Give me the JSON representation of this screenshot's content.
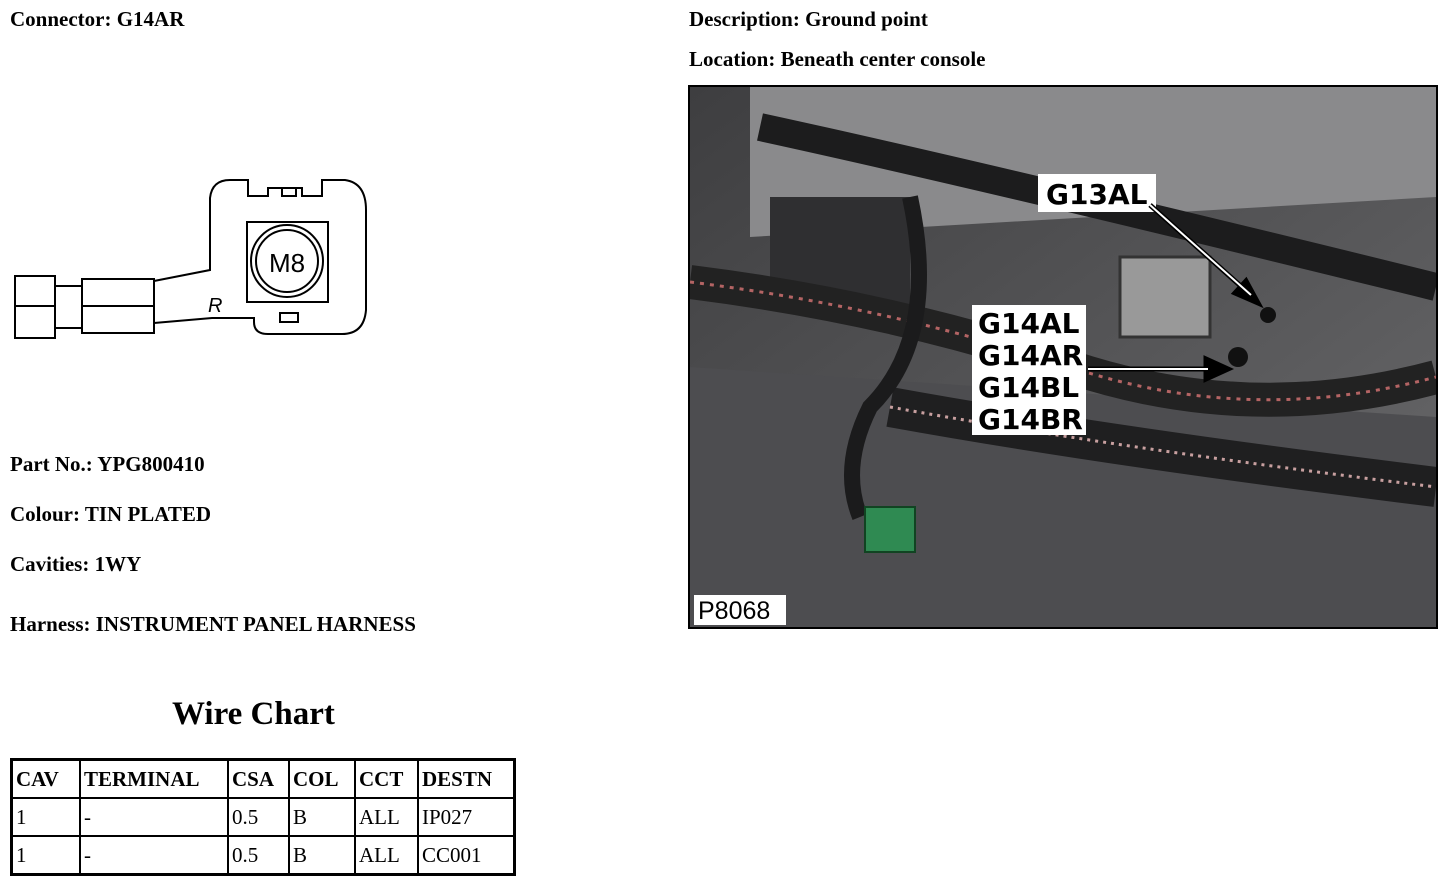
{
  "connector": "Connector: G14AR",
  "description": "Description: Ground point",
  "location": "Location: Beneath center console",
  "part_no": "Part No.: YPG800410",
  "colour": "Colour: TIN PLATED",
  "cavities": "Cavities: 1WY",
  "harness": "Harness: INSTRUMENT PANEL HARNESS",
  "diagram": {
    "stud_label": "M8",
    "mark_label": "R"
  },
  "photo": {
    "labels": [
      "G13AL",
      "G14AL",
      "G14AR",
      "G14BL",
      "G14BR"
    ],
    "ref": "P8068"
  },
  "wire_chart": {
    "title": "Wire Chart",
    "headers": [
      "CAV",
      "TERMINAL",
      "CSA",
      "COL",
      "CCT",
      "DESTN"
    ],
    "rows": [
      [
        "1",
        "-",
        "0.5",
        "B",
        "ALL",
        "IP027"
      ],
      [
        "1",
        "-",
        "0.5",
        "B",
        "ALL",
        "CC001"
      ]
    ]
  }
}
